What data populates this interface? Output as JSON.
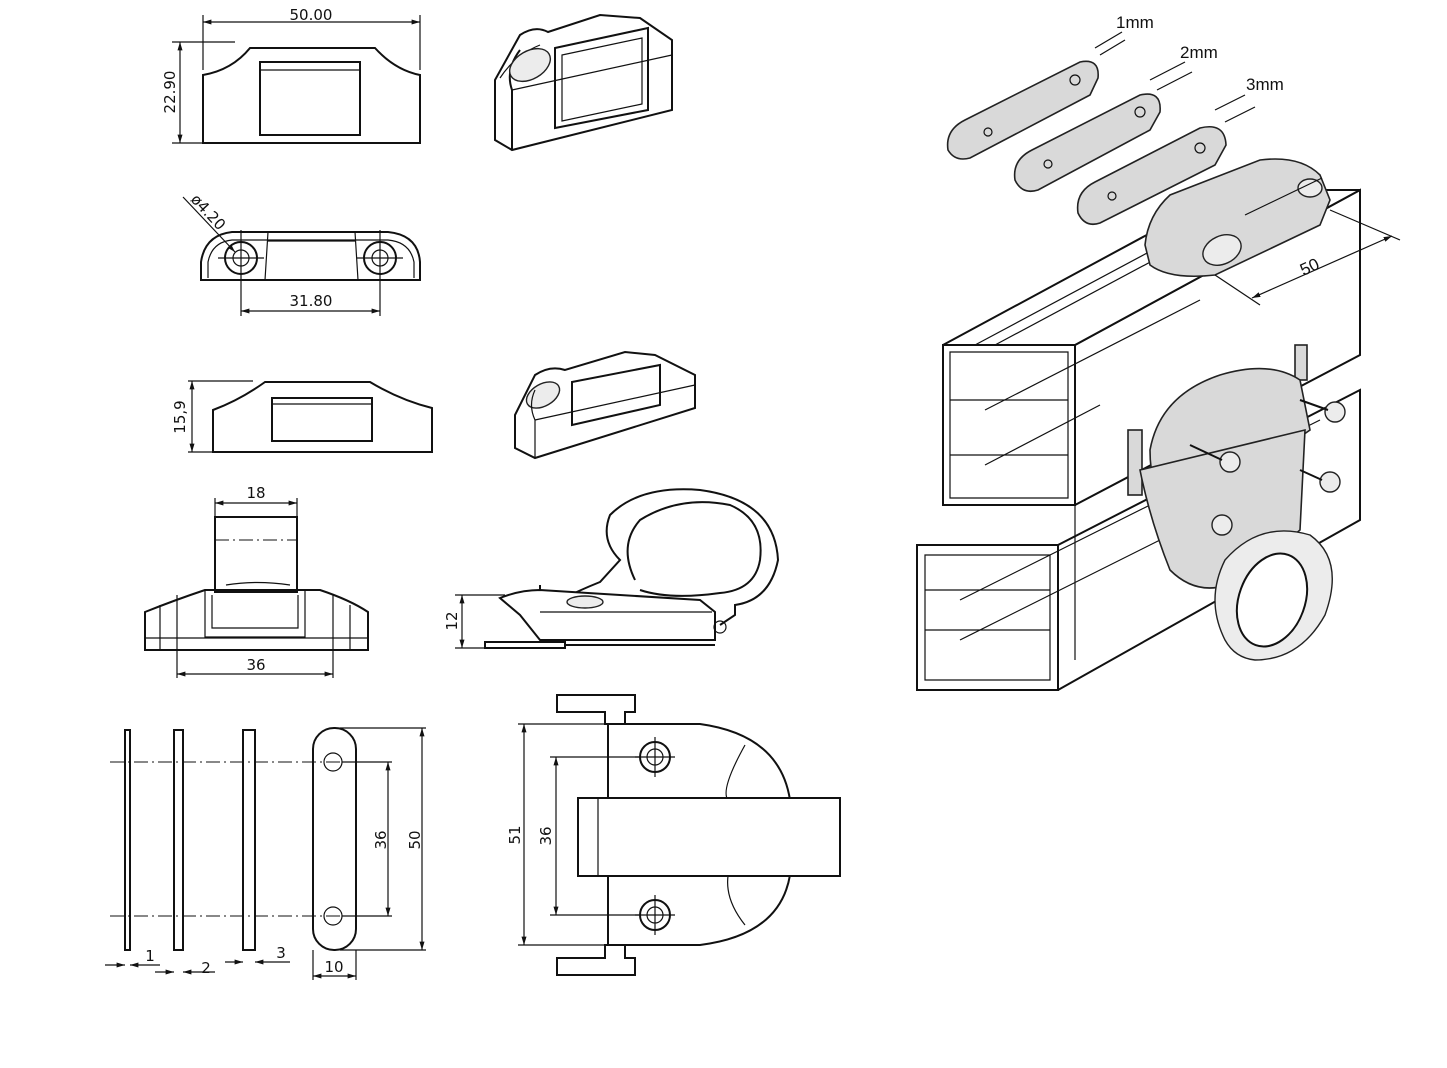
{
  "dimensions": {
    "top_width": "50.00",
    "top_height": "22.90",
    "hole_diameter": "ø4.20",
    "hole_spacing": "31.80",
    "profile_height": "15,9",
    "tab_width": "18",
    "section_width": "36",
    "ring_height": "12",
    "shim_1": "1",
    "shim_2": "2",
    "shim_3": "3",
    "plate_width": "10",
    "plate_hole_spacing": "36",
    "plate_length": "50",
    "hinge_length": "51",
    "hinge_hole_spacing": "36"
  },
  "assembly": {
    "shim_1_label": "1mm",
    "shim_2_label": "2mm",
    "shim_3_label": "3mm",
    "catch_length": "50"
  }
}
